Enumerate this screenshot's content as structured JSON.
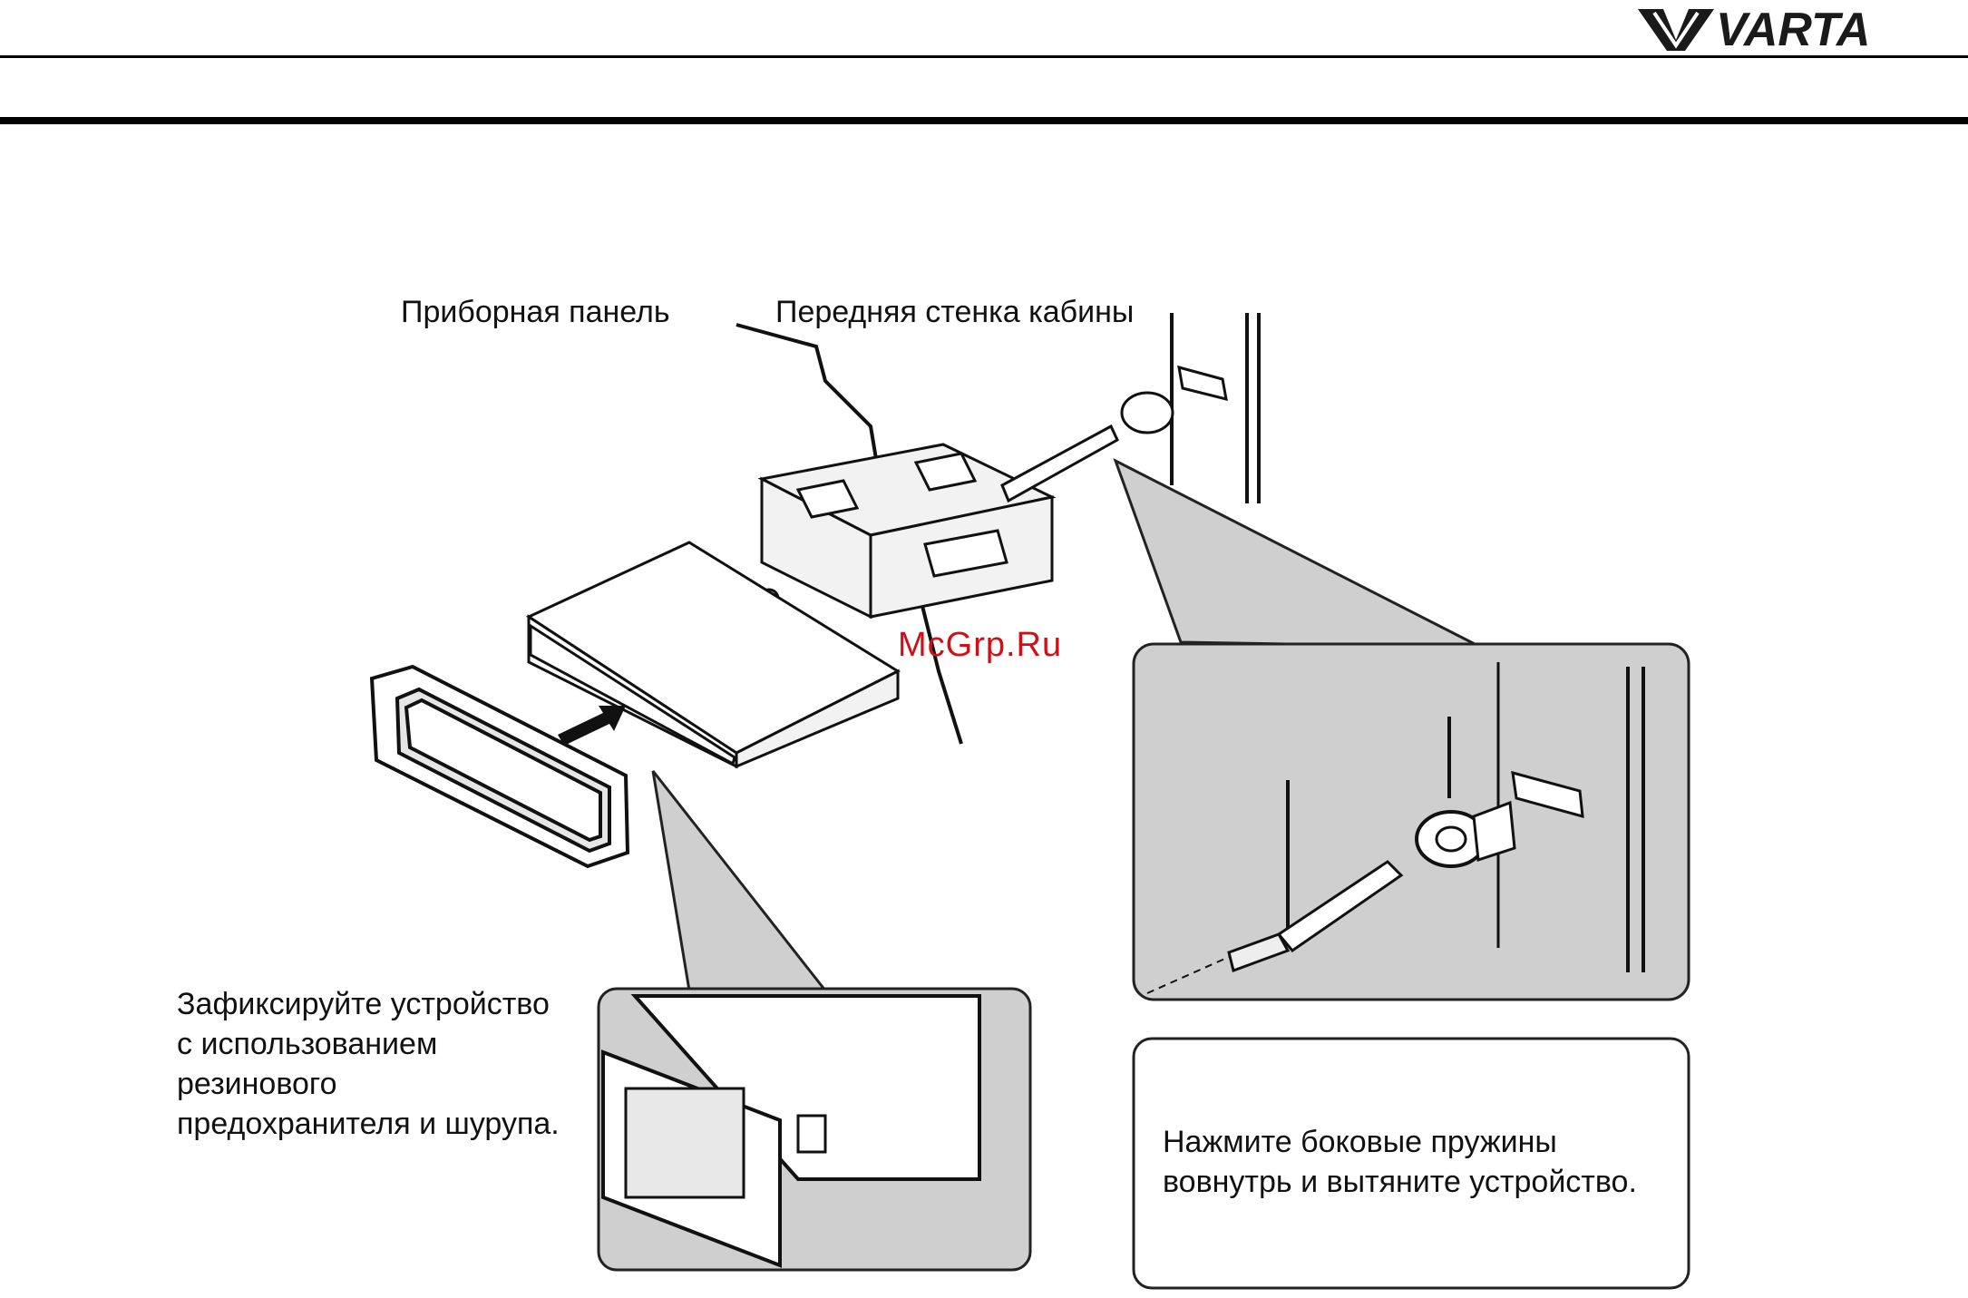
{
  "brand": {
    "name": "VARTA"
  },
  "labels": {
    "dashboard": "Приборная панель",
    "firewall": "Передняя стенка кабины",
    "fix_lines": [
      "Зафиксируйте устройство",
      "с использованием",
      "резинового",
      "предохранителя и шурупа."
    ],
    "remove_lines": [
      "Нажмите боковые пружины",
      "вовнутрь и вытяните устройство."
    ]
  },
  "watermark": "McGrp.Ru",
  "colors": {
    "callout_fill": "#d0d0d0",
    "watermark": "#d10f17",
    "ink": "#1a1a1a"
  }
}
